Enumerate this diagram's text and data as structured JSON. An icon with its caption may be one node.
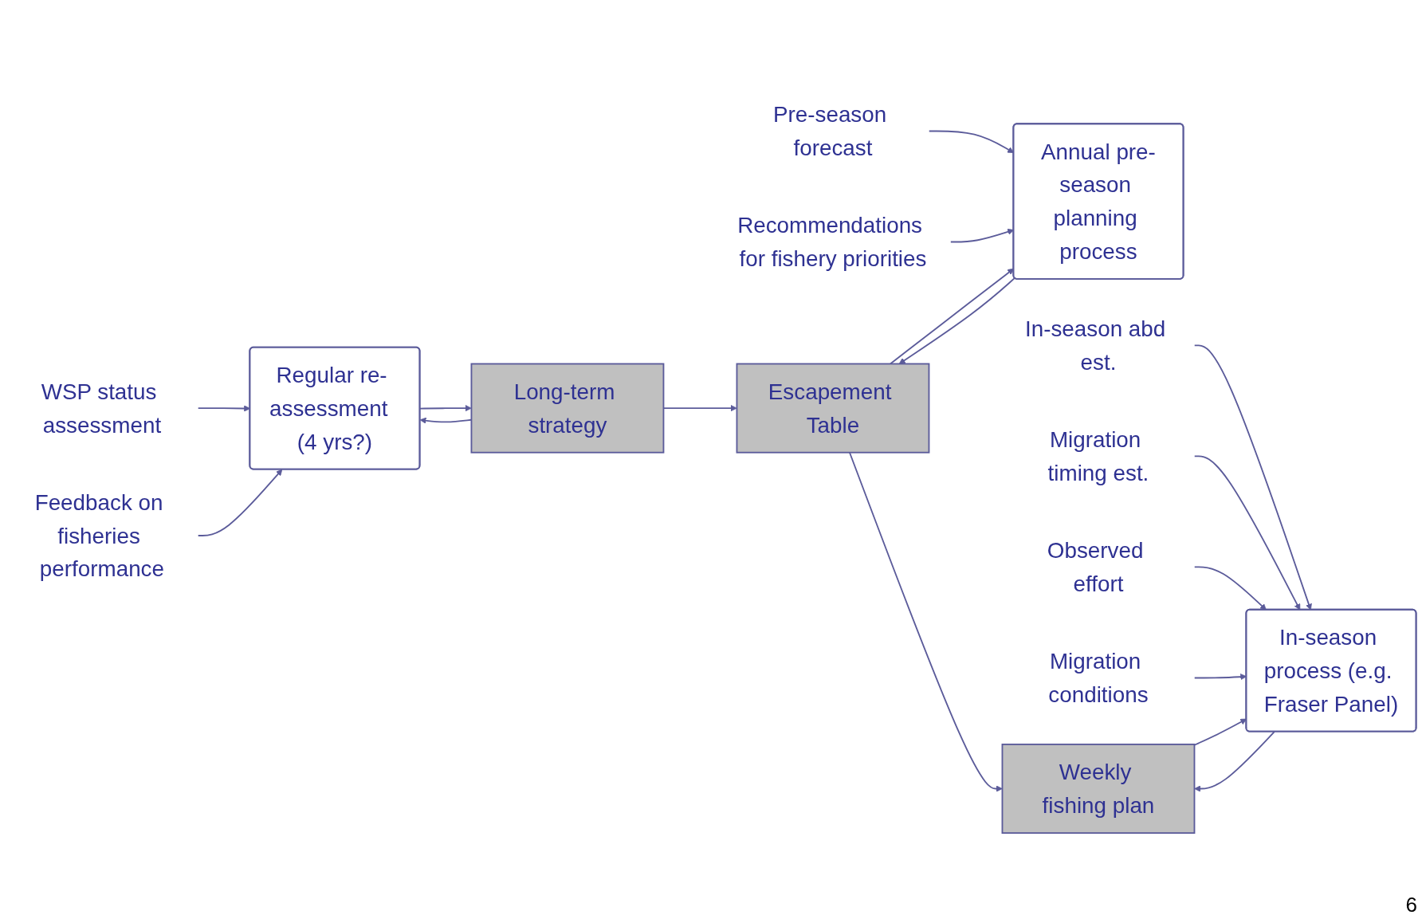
{
  "diagram": {
    "nodes": [
      {
        "text": [
          "WSP status assessment"
        ]
      },
      {
        "text": [
          "Feedback on fisheries performance"
        ]
      },
      {
        "text": [
          "Regular re- assessment  (4 yrs?)"
        ]
      },
      {
        "text": [
          "Long-term strategy"
        ]
      },
      {
        "text": [
          "Pre-season forecast"
        ]
      },
      {
        "text": [
          "Recommendations for fishery priorities"
        ]
      },
      {
        "text": [
          "Annual pre-season planning process"
        ]
      },
      {
        "text": [
          "Escapement Table"
        ]
      },
      {
        "text": [
          "In-season abd est."
        ]
      },
      {
        "text": [
          "Migration timing est."
        ]
      },
      {
        "text": [
          "Observed effort"
        ]
      },
      {
        "text": [
          "Migration conditions"
        ]
      },
      {
        "text": [
          "In-season process (e.g. Fraser Panel)"
        ]
      },
      {
        "text": [
          "Weekly fishing plan"
        ]
      }
    ],
    "edges": [
      {
        "from": 0,
        "to": 2,
        "arrow": "to"
      },
      {
        "from": 1,
        "to": 2,
        "arrow": "to"
      },
      {
        "from": 2,
        "to": 3,
        "arrow": "to"
      },
      {
        "from": 3,
        "to": 2,
        "arrow": "to"
      },
      {
        "from": 3,
        "to": 7,
        "arrow": "to"
      },
      {
        "from": 4,
        "to": 6,
        "arrow": "to"
      },
      {
        "from": 5,
        "to": 6,
        "arrow": "to"
      },
      {
        "from": 6,
        "to": 7,
        "arrow": "to"
      },
      {
        "from": 7,
        "to": 6,
        "arrow": "to"
      },
      {
        "from": 7,
        "to": 13,
        "arrow": "to"
      },
      {
        "from": 8,
        "to": 12,
        "arrow": "to"
      },
      {
        "from": 9,
        "to": 12,
        "arrow": "to"
      },
      {
        "from": 10,
        "to": 12,
        "arrow": "to"
      },
      {
        "from": 11,
        "to": 12,
        "arrow": "to"
      },
      {
        "from": 12,
        "to": 13,
        "arrow": "to"
      },
      {
        "from": 13,
        "to": 12,
        "arrow": "to"
      }
    ],
    "labels": [
      "6"
    ]
  }
}
